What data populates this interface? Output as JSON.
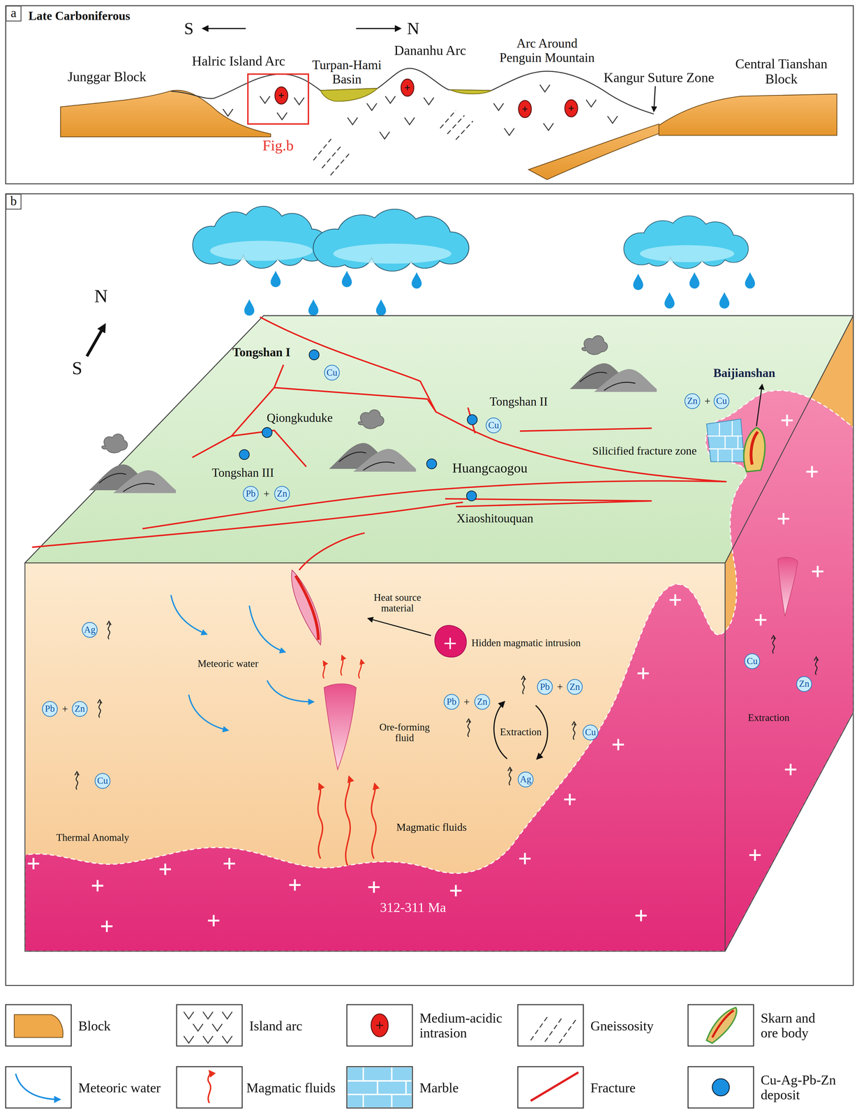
{
  "diagram": {
    "nodes": [
      {
        "text": [
          "a"
        ]
      },
      {
        "text": [
          "Fig.b"
        ]
      },
      {
        "text": [
          "b"
        ]
      },
      {
        "text": [
          "Cu"
        ]
      },
      {
        "text": [
          "Cu"
        ]
      },
      {
        "text": [
          "Pb"
        ]
      },
      {
        "text": [
          "Zn"
        ]
      },
      {
        "text": [
          "Zn"
        ]
      },
      {
        "text": [
          "Cu"
        ]
      },
      {
        "text": [
          "Ag"
        ]
      },
      {
        "text": [
          "Pb"
        ]
      },
      {
        "text": [
          "Zn"
        ]
      },
      {
        "text": [
          "Cu"
        ]
      },
      {
        "text": [
          "Pb"
        ]
      },
      {
        "text": [
          "Zn"
        ]
      },
      {
        "text": [
          "Pb"
        ]
      },
      {
        "text": [
          "Zn"
        ]
      },
      {
        "text": [
          "Cu"
        ]
      },
      {
        "text": [
          "Ag"
        ]
      },
      {
        "text": [
          "Cu"
        ]
      },
      {
        "text": [
          "Zn"
        ]
      }
    ],
    "labels": [
      "Late Carboniferous",
      "S",
      "N",
      "Junggar Block",
      "Halric Island Arc",
      "Turpan-Hami Basin",
      "Dananhu Arc",
      "Arc Around Penguin Mountain",
      "Kangur Suture Zone",
      "Central Tianshan Block",
      "N",
      "S",
      "Tongshan I",
      "Tongshan II",
      "Qiongkuduke",
      "Tongshan III",
      "+",
      "Huangcaogou",
      "Xiaoshitouquan",
      "Baijianshan",
      "+",
      "Silicified fracture zone",
      "+",
      "Meteoric water",
      "Heat source material",
      "Hidden magmatic intrusion",
      "+",
      "+",
      "Ore-forming fluid",
      "Extraction",
      "Magmatic fluids",
      "Thermal Anomaly",
      "312-311 Ma",
      "Extraction"
    ],
    "legend": [
      {
        "text": "Block",
        "color": "#EFA84A"
      },
      {
        "text": "Island arc"
      },
      {
        "text": "Medium-acidic intrasion"
      },
      {
        "text": "Gneissosity"
      },
      {
        "text": "Skarn and ore body"
      },
      {
        "text": "Meteoric water"
      },
      {
        "text": "Magmatic fluids"
      },
      {
        "text": "Marble",
        "color": "#8ED3F2"
      },
      {
        "text": "Fracture"
      },
      {
        "text": "Cu-Ag-Pb-Zn deposit",
        "color": "#1A8FE0"
      }
    ]
  }
}
